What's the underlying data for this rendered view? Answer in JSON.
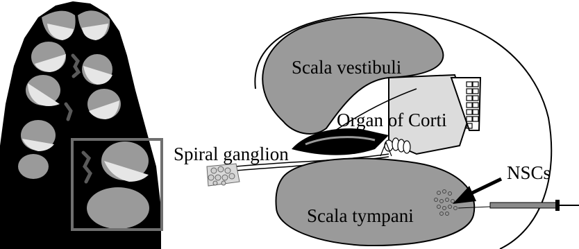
{
  "labels": {
    "scala_vestibuli": "Scala vestibuli",
    "organ_of_corti": "Organ of Corti",
    "spiral_ganglion": "Spiral ganglion",
    "nscs": "NSCs",
    "scala_tympani": "Scala tympani"
  },
  "colors": {
    "chamber_fill": "#9a9a9a",
    "membrane_fill": "#dcdcdc",
    "tissue_dark": "#000000",
    "inset_box": "#6f6f6f",
    "background": "#ffffff"
  },
  "icons": {
    "arrow": "arrow-pointing-left-down",
    "syringe": "injection-needle"
  }
}
